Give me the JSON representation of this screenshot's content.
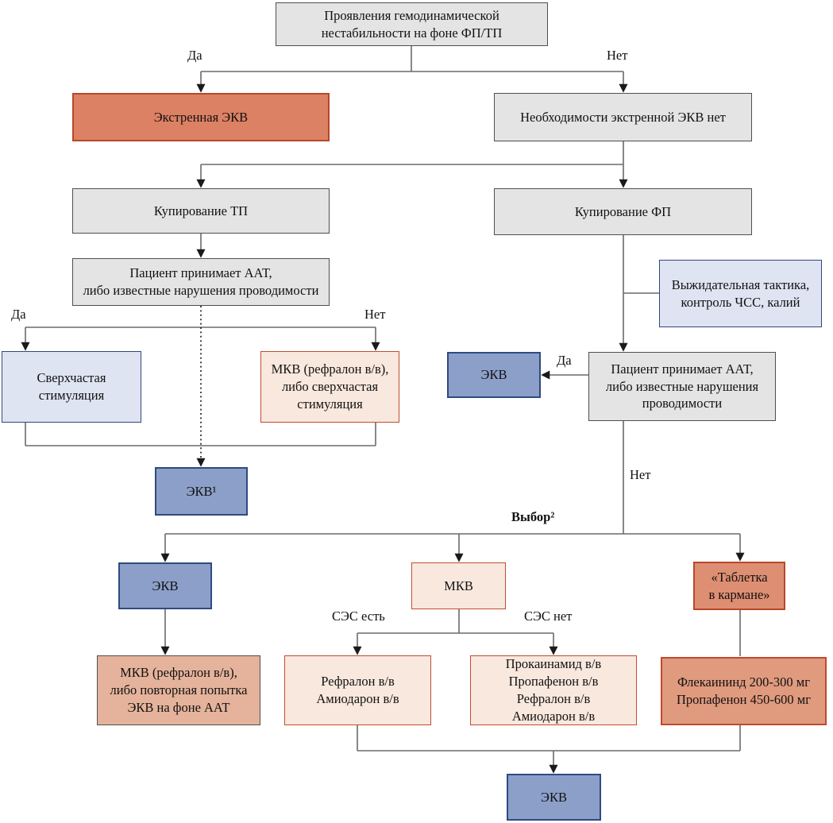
{
  "diagram": {
    "language": "ru",
    "nodes": {
      "start": {
        "label": "Проявления гемодинамической\nнестабильности на фоне ФП/ТП",
        "kind": "gray"
      },
      "urgent_ecv": {
        "label": "Экстренная ЭКВ",
        "kind": "salmon"
      },
      "no_urgent": {
        "label": "Необходимости экстренной ЭКВ нет",
        "kind": "gray"
      },
      "stop_tp": {
        "label": "Купирование ТП",
        "kind": "gray"
      },
      "stop_fp": {
        "label": "Купирование ФП",
        "kind": "gray"
      },
      "aat_left": {
        "label": "Пациент принимает ААТ,\nлибо известные нарушения проводимости",
        "kind": "gray"
      },
      "overdrive": {
        "label": "Сверхчастая\nстимуляция",
        "kind": "lightblue"
      },
      "mkv_overdrive": {
        "label": "МКВ (рефралон в/в),\nлибо сверхчастая\nстимуляция",
        "kind": "pale"
      },
      "ecv1": {
        "label": "ЭКВ¹",
        "kind": "blue"
      },
      "wait_tactic": {
        "label": "Выжидательная тактика,\nконтроль ЧСС, калий",
        "kind": "lightblue"
      },
      "ecv_right": {
        "label": "ЭКВ",
        "kind": "blue"
      },
      "aat_right": {
        "label": "Пациент принимает ААТ,\nлибо известные нарушения\nпроводимости",
        "kind": "gray"
      },
      "ecv_b1": {
        "label": "ЭКВ",
        "kind": "blue"
      },
      "mkv_b": {
        "label": "МКВ",
        "kind": "pale"
      },
      "pill": {
        "label": "«Таблетка\nв кармане»",
        "kind": "salmon"
      },
      "mkv_repeat": {
        "label": "МКВ (рефралон в/в),\nлибо повторная попытка\nЭКВ на фоне ААТ",
        "kind": "salmon-light"
      },
      "refralon": {
        "label": "Рефралон в/в\nАмиодарон в/в",
        "kind": "pale"
      },
      "procainamide": {
        "label": "Прокаинамид в/в\nПропафенон в/в\nРефралон в/в\nАмиодарон в/в",
        "kind": "pale"
      },
      "flecainide": {
        "label": "Флекаининд 200-300 мг\nПропафенон 450-600 мг",
        "kind": "salmon-mid"
      },
      "ecv_final": {
        "label": "ЭКВ",
        "kind": "blue"
      }
    },
    "edge_labels": {
      "da_top": "Да",
      "net_top": "Нет",
      "da_left": "Да",
      "net_left": "Нет",
      "da_right": "Да",
      "net_right": "Нет",
      "vybor": "Выбор²",
      "ses_yes": "СЭС есть",
      "ses_no": "СЭС нет"
    },
    "edges": [
      {
        "from": "start",
        "to": "urgent_ecv",
        "label": "Да"
      },
      {
        "from": "start",
        "to": "no_urgent",
        "label": "Нет"
      },
      {
        "from": "no_urgent",
        "to": "stop_tp"
      },
      {
        "from": "no_urgent",
        "to": "stop_fp"
      },
      {
        "from": "stop_tp",
        "to": "aat_left"
      },
      {
        "from": "aat_left",
        "to": "overdrive",
        "label": "Да"
      },
      {
        "from": "aat_left",
        "to": "mkv_overdrive",
        "label": "Нет"
      },
      {
        "from": "aat_left",
        "to": "ecv1",
        "style": "dotted"
      },
      {
        "from": "overdrive",
        "to": "ecv1"
      },
      {
        "from": "mkv_overdrive",
        "to": "ecv1"
      },
      {
        "from": "stop_fp",
        "to": "wait_tactic"
      },
      {
        "from": "stop_fp",
        "to": "aat_right"
      },
      {
        "from": "aat_right",
        "to": "ecv_right",
        "label": "Да"
      },
      {
        "from": "aat_right",
        "to": "ecv_b1",
        "label": "Нет, Выбор²"
      },
      {
        "from": "aat_right",
        "to": "mkv_b",
        "label": "Нет, Выбор²"
      },
      {
        "from": "aat_right",
        "to": "pill",
        "label": "Нет, Выбор²"
      },
      {
        "from": "ecv_b1",
        "to": "mkv_repeat"
      },
      {
        "from": "mkv_b",
        "to": "refralon",
        "label": "СЭС есть"
      },
      {
        "from": "mkv_b",
        "to": "procainamide",
        "label": "СЭС нет"
      },
      {
        "from": "pill",
        "to": "flecainide"
      },
      {
        "from": "refralon",
        "to": "ecv_final"
      },
      {
        "from": "procainamide",
        "to": "ecv_final"
      },
      {
        "from": "flecainide",
        "to": "ecv_final"
      }
    ],
    "colors": {
      "gray_fill": "#e4e4e4",
      "gray_border": "#4f4f4f",
      "salmon_fill": "#dc8164",
      "salmon_border": "#b8472a",
      "salmon_mid_fill": "#e09a7e",
      "salmon_light_fill": "#e5b39b",
      "pale_pink_fill": "#f8e8de",
      "pale_pink_border": "#c24c30",
      "light_blue_fill": "#dfe4f2",
      "light_blue_border": "#31487b",
      "blue_fill": "#8c9fc9",
      "blue_border": "#2e4a80",
      "line": "#6a6a6a",
      "arrow": "#1a1a1a"
    }
  }
}
